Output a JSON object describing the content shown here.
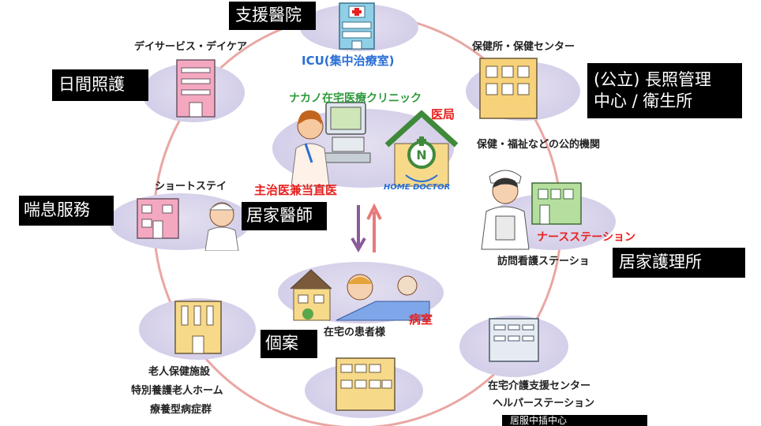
{
  "diagram": {
    "colors": {
      "ring": "#e9a7a3",
      "node": "#d6d1ea",
      "label_box": "#000000",
      "red_label": "#e8201e",
      "blue_label": "#2a6fd6"
    },
    "top_node": {
      "jp_label": "ICU(集中治療室)",
      "zh_box": "支援醫院",
      "icon": "hospital-building-icon"
    },
    "day_service": {
      "jp_label": "デイサービス・デイケア",
      "zh_box": "日間照護",
      "icon": "building-icon"
    },
    "health_center": {
      "jp_label": "保健所・保健センター",
      "zh_box_line1": "(公立) 長照管理",
      "zh_box_line2": "中心 / 衛生所",
      "jp_sub": "保健・福祉などの公的機関",
      "icon": "building-icon"
    },
    "clinic": {
      "title": "ナカノ在宅医療クリニック",
      "red_label": "医局",
      "house_text": "HOME DOCTOR",
      "doctor_red": "主治医兼当直医",
      "zh_box": "居家醫師",
      "icon": "doctor-at-desk-icon"
    },
    "short_stay": {
      "jp_label": "ショートステイ",
      "zh_box": "喘息服務",
      "icon": "small-building-icon"
    },
    "nurse_station": {
      "red_label": "ナースステーション",
      "jp_label": "訪問看護ステーショ",
      "zh_box": "居家護理所",
      "icon": "nurse-icon"
    },
    "patient": {
      "jp_label": "在宅の患者様",
      "red_label": "病室",
      "zh_box": "個案",
      "icon": "patient-in-bed-icon"
    },
    "elderly_facility": {
      "lines": [
        "老人保健施設",
        "特別養護老人ホーム",
        "療養型病症群"
      ],
      "icon": "tall-building-icon"
    },
    "home_care_support": {
      "lines": [
        "在宅介護支援センター",
        "ヘルパーステーション"
      ],
      "zh_box": "居服中插中心",
      "icon": "office-building-icon"
    }
  }
}
